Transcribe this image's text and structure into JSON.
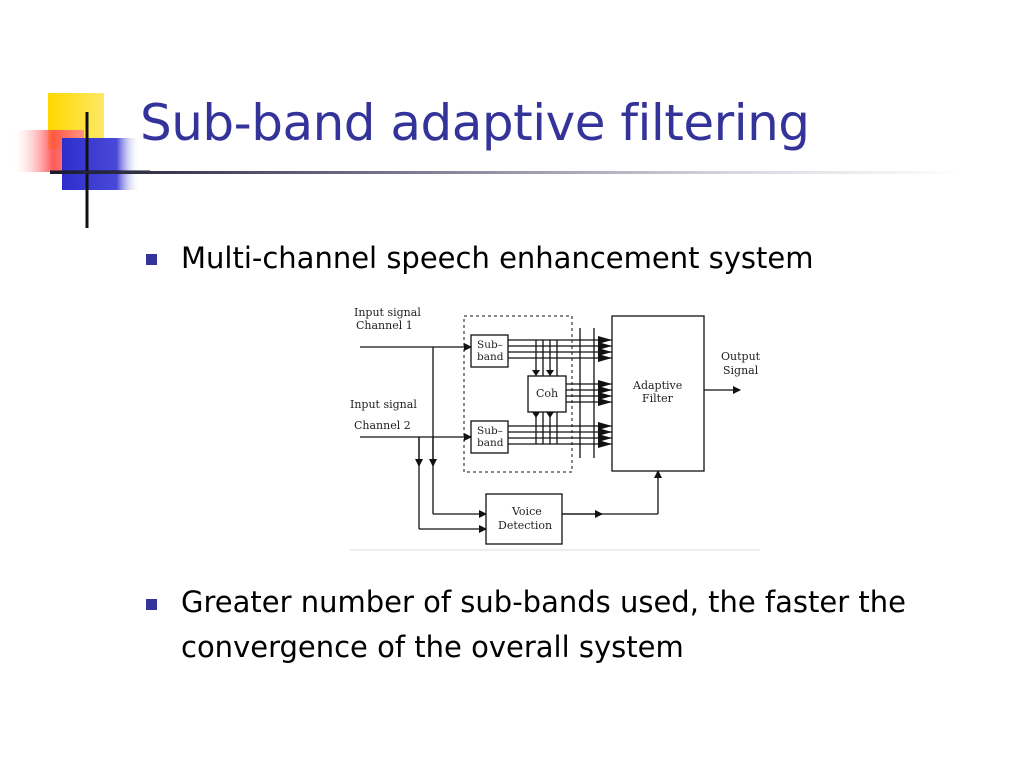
{
  "slide": {
    "title": "Sub-band adaptive filtering",
    "bullets": [
      "Multi-channel speech enhancement system",
      "Greater number of sub-bands used, the faster the convergence of the overall system"
    ],
    "accent_colors": {
      "title": "#333399",
      "bullet": "#333399",
      "deco_yellow": "#FFD700",
      "deco_red": "#FF4A4A",
      "deco_blue": "#3A3ACC"
    }
  },
  "diagram": {
    "input1_line1": "Input signal",
    "input1_line2": "Channel 1",
    "input2_line1": "Input signal",
    "input2_line2": "Channel 2",
    "subband1_line1": "Sub–",
    "subband1_line2": "band",
    "subband2_line1": "Sub–",
    "subband2_line2": "band",
    "coh": "Coh",
    "adaptive_line1": "Adaptive",
    "adaptive_line2": "Filter",
    "output_line1": "Output",
    "output_line2": "Signal",
    "voice_line1": "Voice",
    "voice_line2": "Detection"
  }
}
